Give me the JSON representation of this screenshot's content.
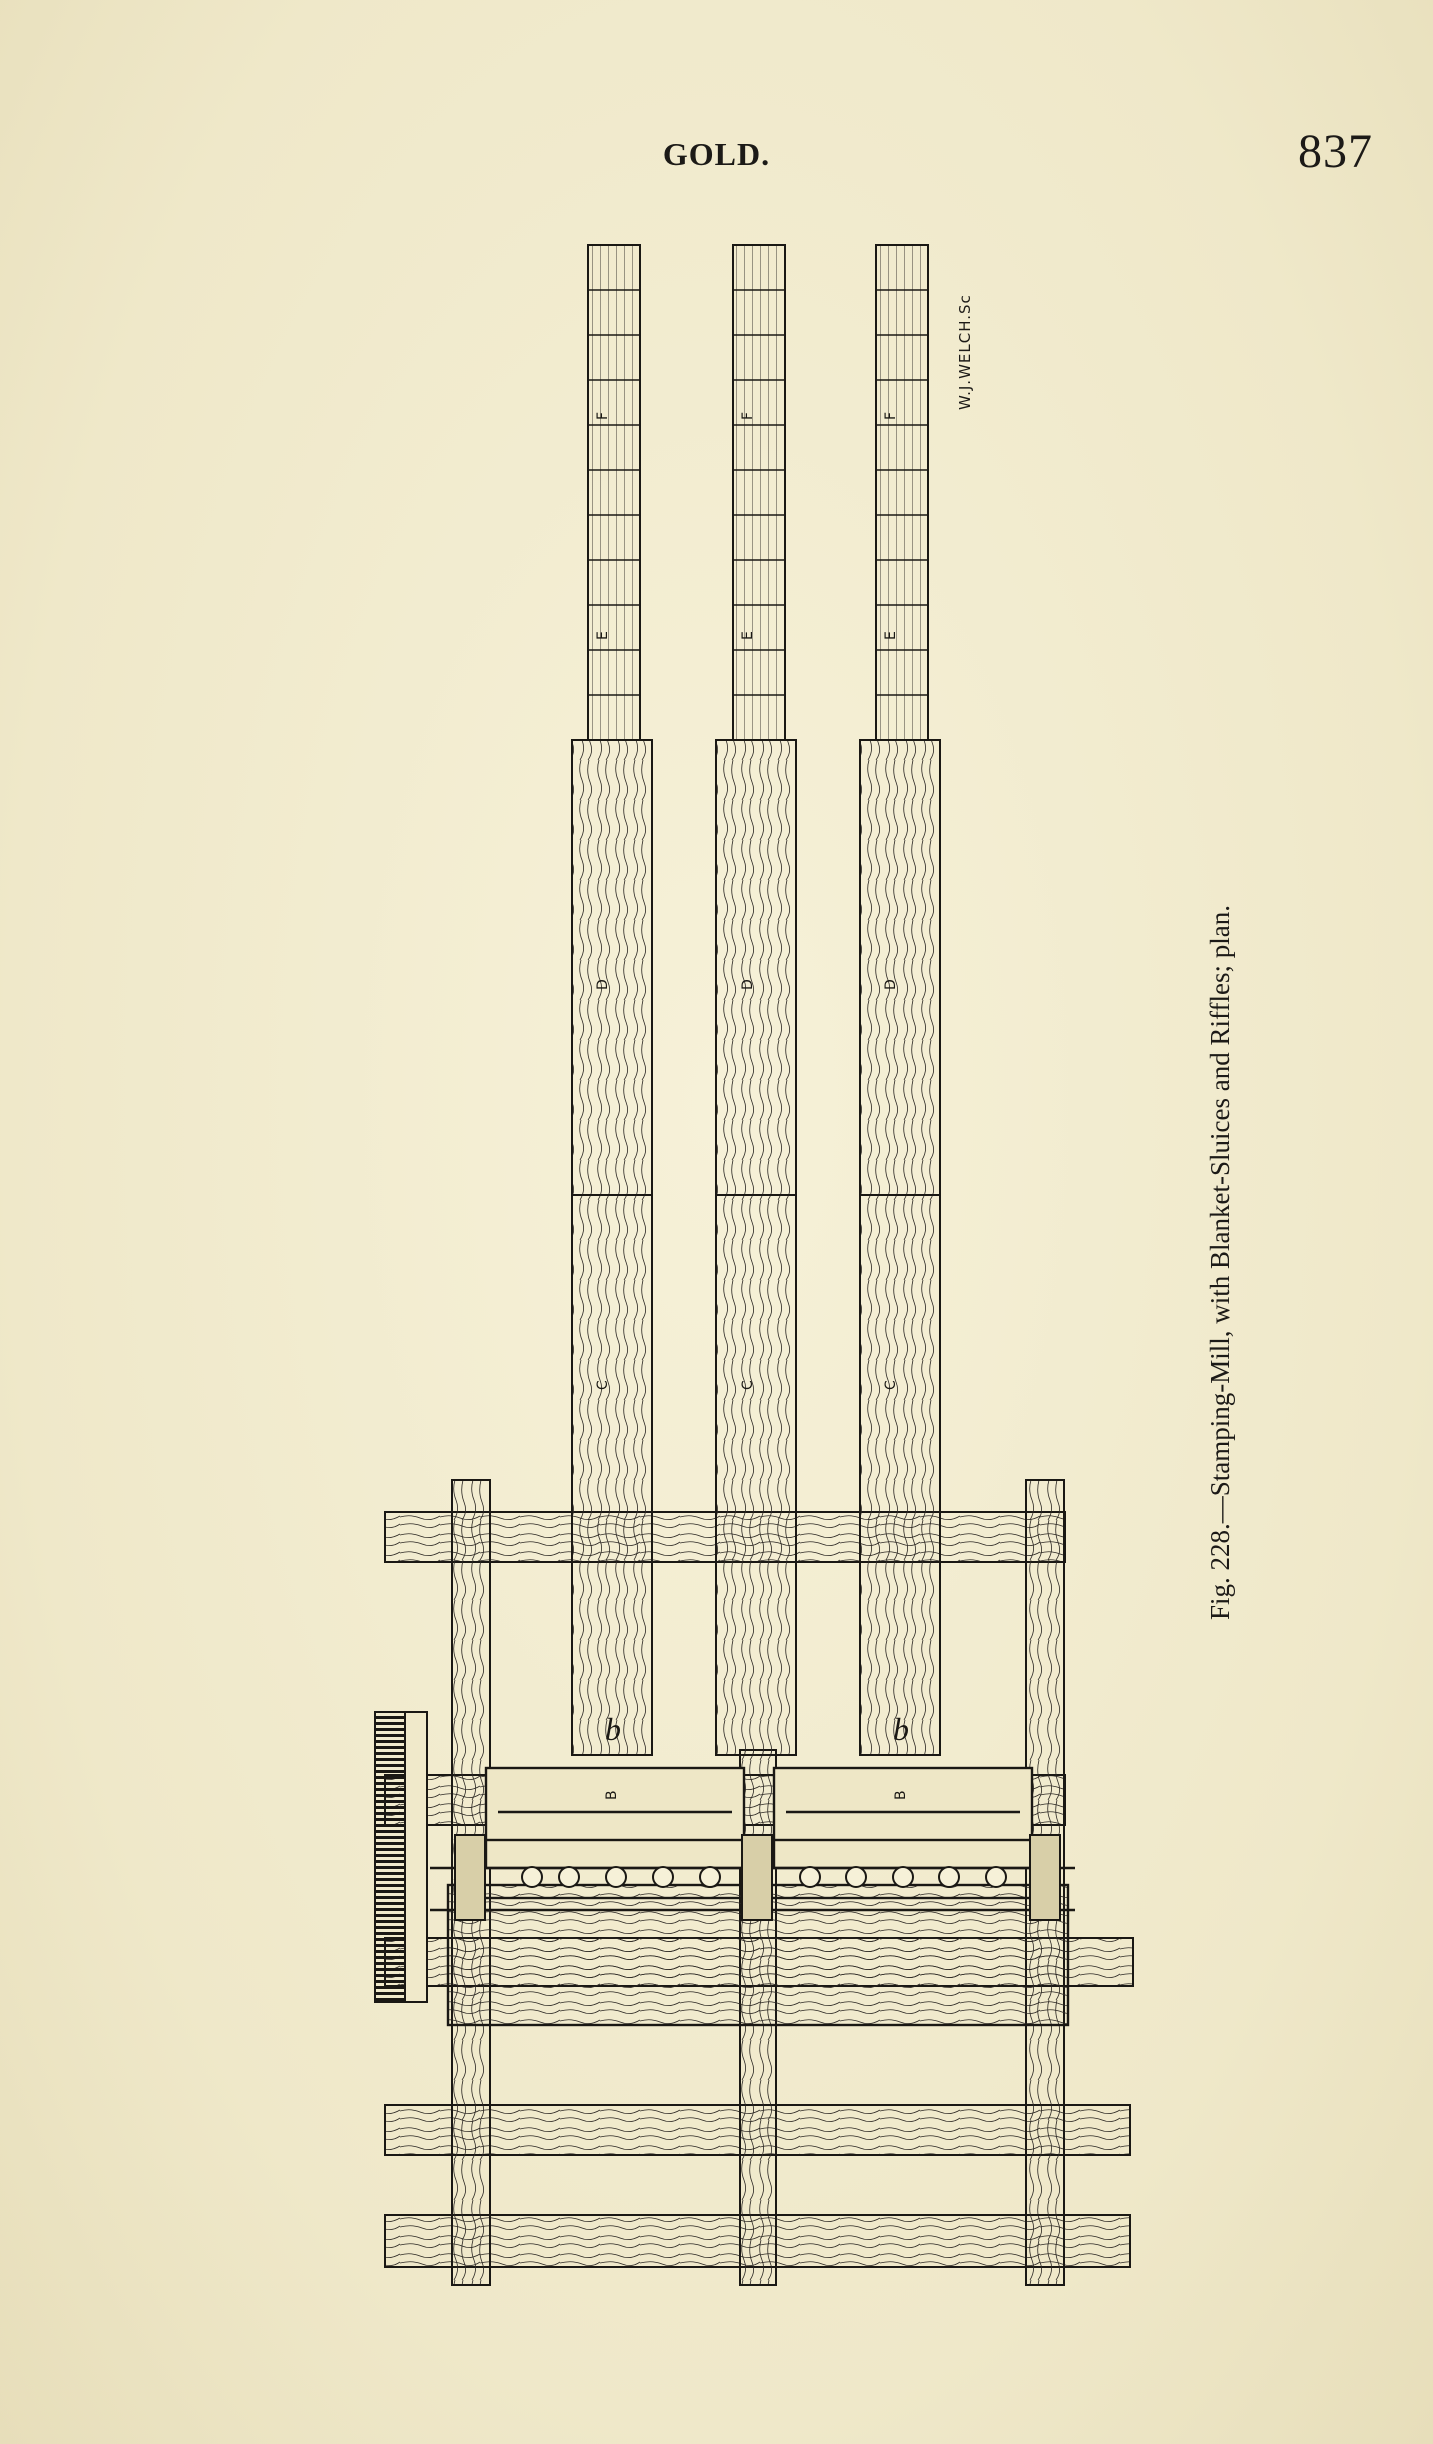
{
  "header": {
    "title": "GOLD.",
    "page_number": "837"
  },
  "figure": {
    "caption": "Fig. 228.—Stamping-Mill, with Blanket-Sluices and Riffles; plan.",
    "engraver": "W.J.WELCH.Sc",
    "sluice_labels": {
      "left": {
        "E_upper": "F",
        "E": "E",
        "D": "D",
        "C": "C",
        "b": "b"
      },
      "center": {
        "E_upper": "F",
        "E": "E",
        "D": "D",
        "C": "C"
      },
      "right": {
        "E_upper": "F",
        "E": "E",
        "D": "D",
        "C": "C",
        "b": "b"
      }
    },
    "battery_labels": {
      "left": "B",
      "right": "B"
    }
  }
}
